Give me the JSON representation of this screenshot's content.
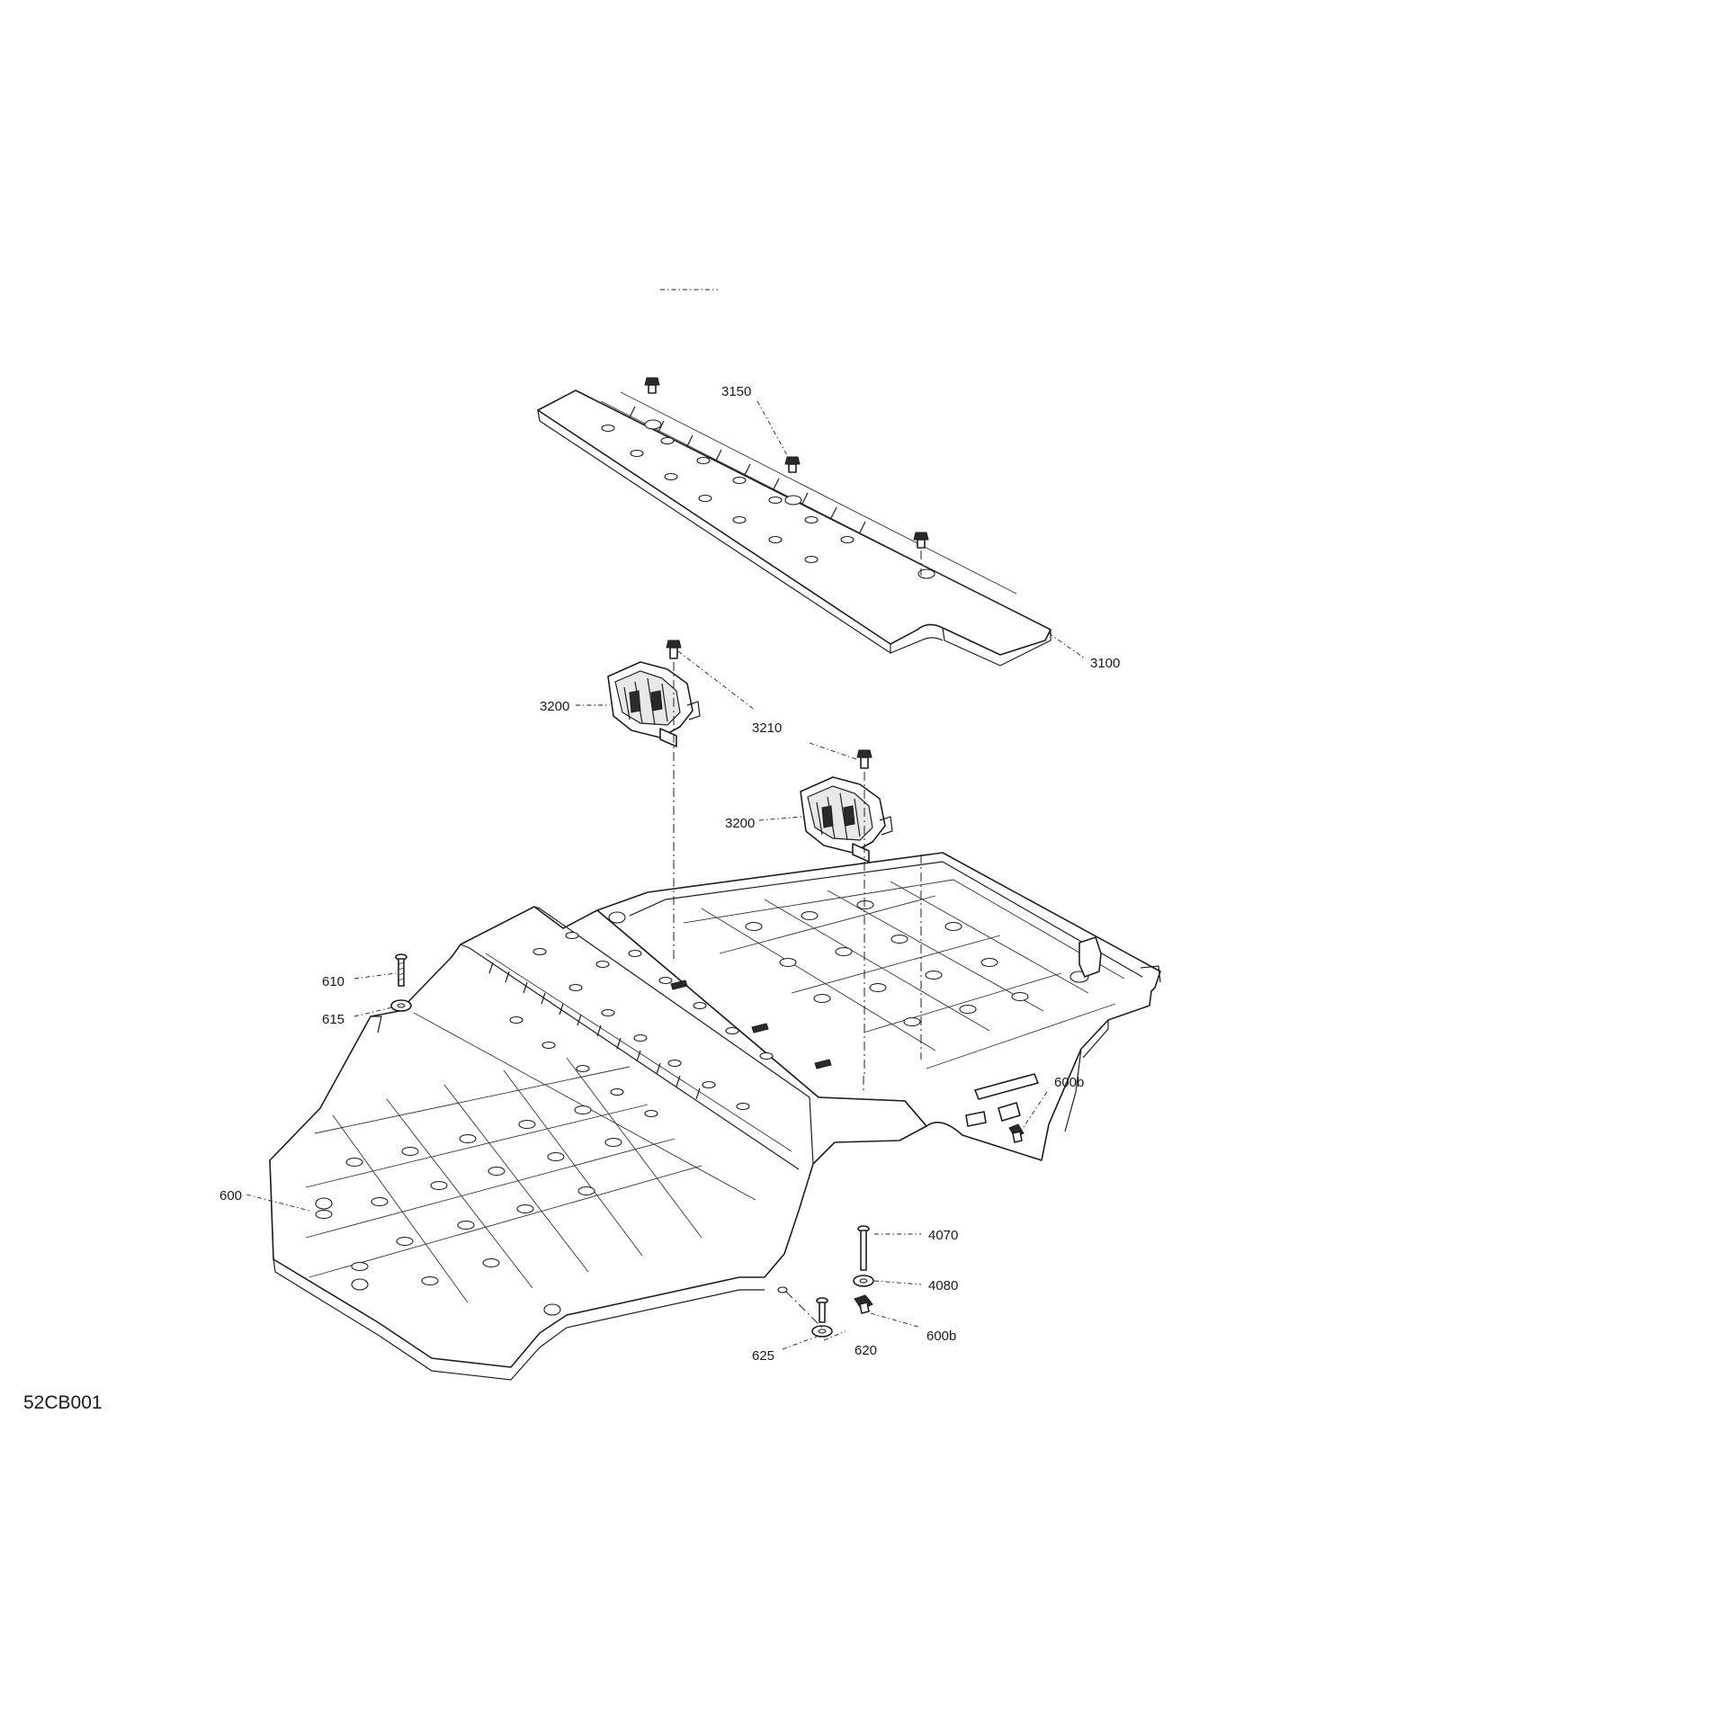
{
  "figure": {
    "id": "52CB001"
  },
  "callouts": {
    "c3150": "3150",
    "c3100": "3100",
    "c3200a": "3200",
    "c3210": "3210",
    "c3200b": "3200",
    "c610": "610",
    "c615": "615",
    "c600": "600",
    "c600b_top": "600b",
    "c4070": "4070",
    "c4080": "4080",
    "c600b_bottom": "600b",
    "c620": "620",
    "c625": "625"
  }
}
